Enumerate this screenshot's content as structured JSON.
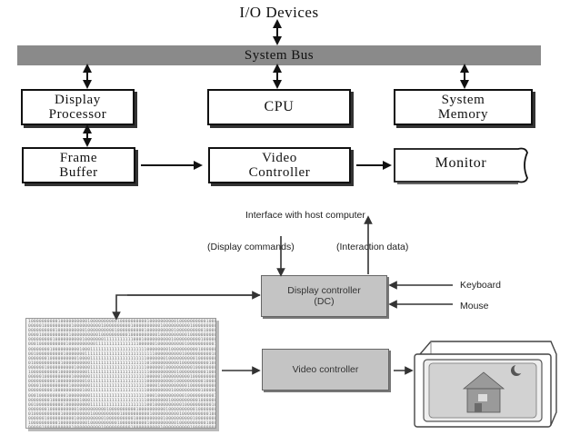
{
  "top_diagram": {
    "io_devices": "I/O Devices",
    "system_bus": "System Bus",
    "display_processor": {
      "line1": "Display",
      "line2": "Processor"
    },
    "cpu": "CPU",
    "system_memory": {
      "line1": "System",
      "line2": "Memory"
    },
    "frame_buffer": {
      "line1": "Frame",
      "line2": "Buffer"
    },
    "video_controller": {
      "line1": "Video",
      "line2": "Controller"
    },
    "monitor": "Monitor"
  },
  "bottom_diagram": {
    "interface_label": "Interface with host computer",
    "display_commands": "(Display commands)",
    "interaction_data": "(Interaction data)",
    "dc_line1": "Display controller",
    "dc_line2": "(DC)",
    "keyboard": "Keyboard",
    "mouse": "Mouse",
    "video_controller": "Video controller"
  },
  "colors": {
    "bus_fill": "#8a8a8a",
    "box_fill_gray": "#c4c4c4",
    "line": "#111111"
  }
}
